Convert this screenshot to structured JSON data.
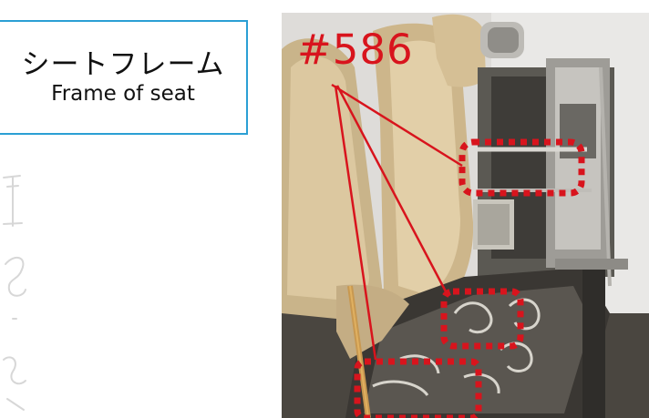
{
  "title": {
    "ja": "シートフレーム",
    "en": "Frame of seat"
  },
  "part_label": "#586",
  "colors": {
    "frame_border": "#2b9fd4",
    "annotation_red": "#d8141d",
    "leather": "#d9c59f"
  },
  "icons": {
    "faint_sketch": "faint-sketch-decoration"
  }
}
